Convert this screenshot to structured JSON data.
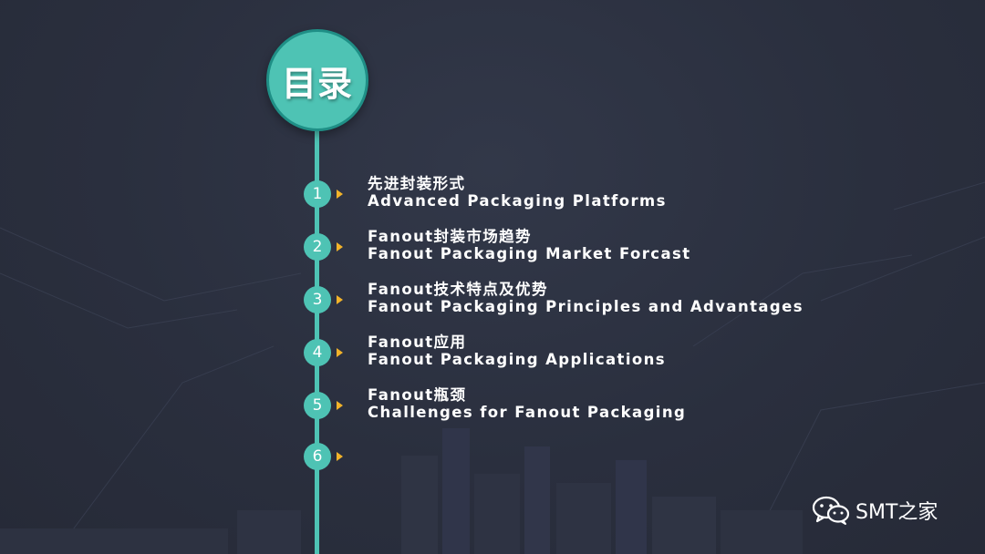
{
  "slide": {
    "title": "目录",
    "colors": {
      "background": "#2a2f3e",
      "accent": "#4ec3b4",
      "arrow": "#f2b32a",
      "text": "#ffffff"
    },
    "items": [
      {
        "number": "1",
        "title_cn": "先进封装形式",
        "title_en": "Advanced Packaging Platforms"
      },
      {
        "number": "2",
        "title_cn": "Fanout封装市场趋势",
        "title_en": "Fanout Packaging Market Forcast"
      },
      {
        "number": "3",
        "title_cn": "Fanout技术特点及优势",
        "title_en": "Fanout Packaging Principles and Advantages"
      },
      {
        "number": "4",
        "title_cn": "Fanout应用",
        "title_en": "Fanout Packaging Applications"
      },
      {
        "number": "5",
        "title_cn": "Fanout瓶颈",
        "title_en": "Challenges for Fanout Packaging"
      },
      {
        "number": "6",
        "title_cn": "",
        "title_en": ""
      }
    ]
  },
  "watermark": {
    "icon": "wechat-icon",
    "text": "SMT之家"
  }
}
